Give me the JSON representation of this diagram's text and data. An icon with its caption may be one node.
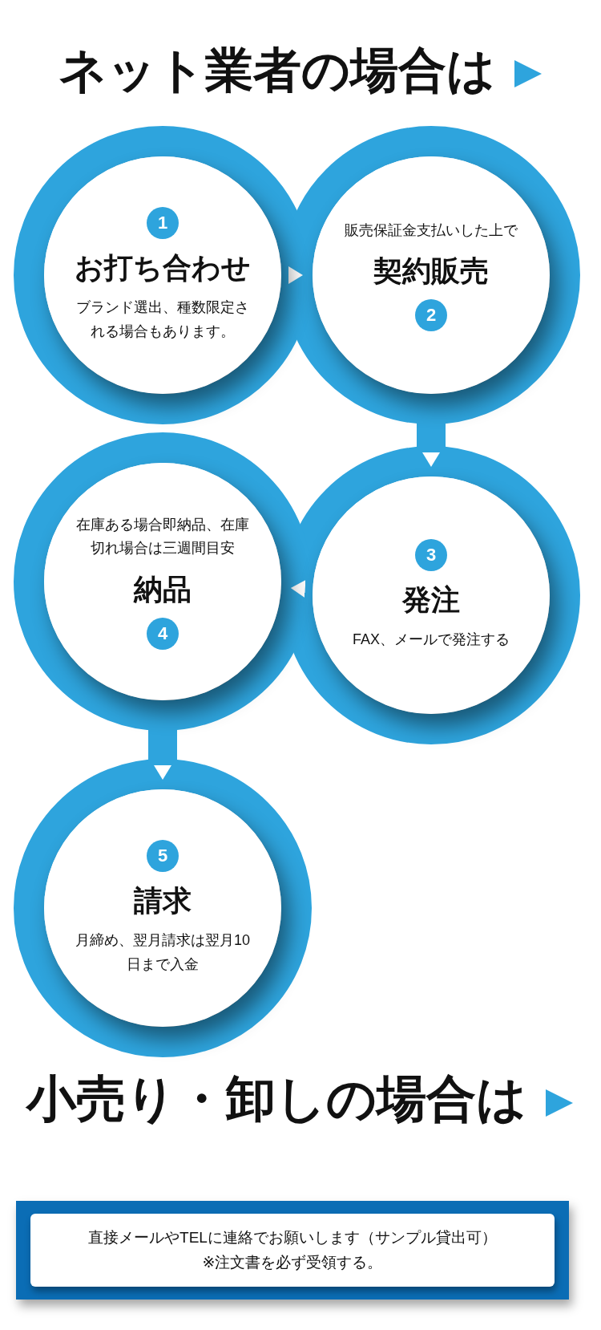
{
  "diagram": {
    "title": "ネット業者の場合は",
    "nodes": [
      {
        "text": [
          "1",
          "お打ち合わせ",
          "ブランド選出、種数限定される場合もあります。"
        ]
      },
      {
        "text": [
          "販売保証金支払いした上で",
          "契約販売",
          "2"
        ]
      },
      {
        "text": [
          "3",
          "発注",
          "FAX、メールで発注する"
        ]
      },
      {
        "text": [
          "在庫ある場合即納品、在庫切れ場合は三週間目安",
          "納品",
          "4"
        ]
      },
      {
        "text": [
          "5",
          "請求",
          "月締め、翌月請求は翌月10日まで入金"
        ]
      },
      {
        "text": [
          "直接メールやTELに連絡でお願いします（サンプル貸出可）",
          "※注文書を必ず受領する。"
        ]
      }
    ],
    "edges": [
      {
        "from": 0,
        "to": 1,
        "arrow": "to"
      },
      {
        "from": 1,
        "to": 2,
        "arrow": "to"
      },
      {
        "from": 2,
        "to": 3,
        "arrow": "to"
      },
      {
        "from": 3,
        "to": 4,
        "arrow": "to"
      }
    ],
    "labels": [
      "小売り・卸しの場合は"
    ]
  }
}
